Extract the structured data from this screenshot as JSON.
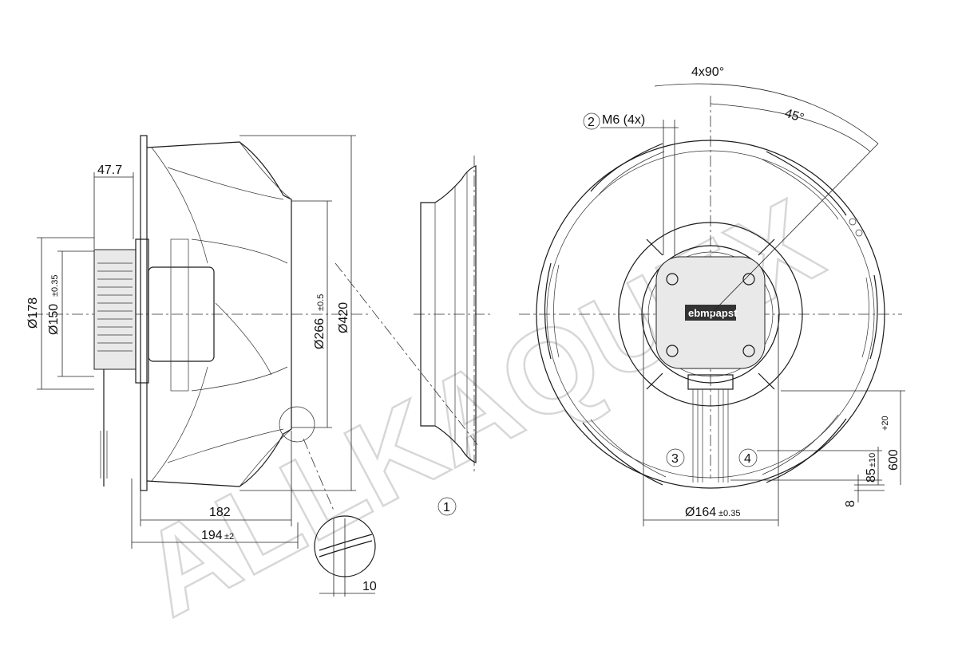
{
  "watermark": "ALLKAQUEX",
  "side_view": {
    "dims": {
      "hub_depth": "47.7",
      "d178": "Ø178",
      "d150": "Ø150",
      "d150_tol": "±0.35",
      "d266": "Ø266",
      "d266_tol": "±0.5",
      "d420": "Ø420",
      "l182": "182",
      "l194": "194",
      "l194_tol": "±2",
      "detail_10": "10"
    }
  },
  "inlet_ring": {
    "callout": "1"
  },
  "front_view": {
    "angle_pitch": "4x90°",
    "angle_offset": "45°",
    "screw_callout": "2",
    "screw_label": "M6 (4x)",
    "d164": "Ø164",
    "d164_tol": "±0.35",
    "callout_3": "3",
    "callout_4": "4",
    "lead_85": "85",
    "lead_85_tol": "±10",
    "lead_600": "600",
    "lead_600_tol": "+20",
    "lead_8": "8",
    "brand": "ebmpapst"
  }
}
